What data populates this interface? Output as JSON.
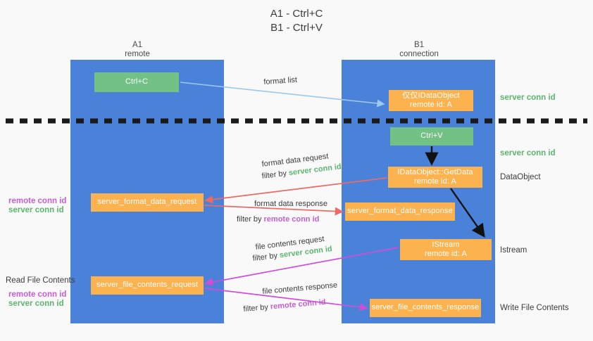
{
  "title": "A1 - Ctrl+C\nB1 - Ctrl+V",
  "colors": {
    "lane": "#4a82da",
    "green_box": "#72c285",
    "orange_box": "#fcb24e",
    "green_text": "#5cb46f",
    "purple_text": "#c35fd0",
    "red_arrow": "#ec6a63",
    "magenta_arrow": "#cc4fd6",
    "blue_arrow": "#9cc7ef",
    "black_arrow": "#000000",
    "background": "#f9f9f9"
  },
  "lanes": [
    {
      "name": "A1",
      "sub": "remote",
      "header": "A1\nremote"
    },
    {
      "name": "B1",
      "sub": "connection",
      "header": "B1\nconnection"
    }
  ],
  "boxes": {
    "ctrl_c": "Ctrl+C",
    "ctrl_v": "Ctrl+V",
    "idataobject": "仅仅IDataObject\nremote id: A",
    "getdata": "IDataObject::GetData\nremote id: A",
    "istream": "IStream\nremote id: A",
    "server_format_data_request": "server_format_data_request",
    "server_format_data_response": "server_format_data_response",
    "server_file_contents_request": "server_file_contents_request",
    "server_file_contents_response": "server_file_contents_response"
  },
  "right_labels": {
    "server_conn_id_top": "server conn id",
    "server_conn_id_mid": "server conn id",
    "dataobject": "DataObject",
    "istream": "Istream",
    "write_file_contents": "Write File Contents"
  },
  "left_labels": {
    "remote_conn_id_upper": "remote conn id",
    "server_conn_id_upper": "server conn id",
    "read_file_contents": "Read File Contents",
    "remote_conn_id_lower": "remote conn id",
    "server_conn_id_lower": "server conn id"
  },
  "captions": {
    "format_list": "format list",
    "format_data_request": "format data request",
    "format_data_filter_prefix": "filter by ",
    "format_data_filter_value": "server conn id",
    "format_data_response": "format data response",
    "format_data_response_filter_prefix": "filter by ",
    "format_data_response_filter_value": "remote conn id",
    "file_contents_request": "file contents request",
    "file_contents_filter_prefix": "filter by ",
    "file_contents_filter_value": "server conn id",
    "file_contents_response": "file contents response",
    "file_contents_response_filter_prefix": "filter by ",
    "file_contents_response_filter_value": "remote conn id"
  }
}
